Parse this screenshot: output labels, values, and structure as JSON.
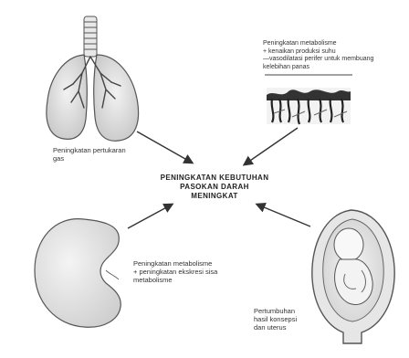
{
  "center": {
    "line1": "PENINGKATAN KEBUTUHAN",
    "line2": "PASOKAN DARAH",
    "line3": "MENINGKAT"
  },
  "lungs": {
    "caption_line1": "Peningkatan pertukaran",
    "caption_line2": "gas"
  },
  "skin": {
    "line1": "Peningkatan metabolisme",
    "line2": "+ kenaikan produksi suhu",
    "line3": "—vasodilatasi perifer untuk membuang",
    "line4": "kelebihan panas"
  },
  "kidney": {
    "line1": "Peningkatan metabolisme",
    "line2": "+ peningkatan ekskresi sisa",
    "line3": "metabolisme"
  },
  "uterus": {
    "line1": "Pertumbuhan",
    "line2": "hasil konsepsi",
    "line3": "dan uterus"
  }
}
